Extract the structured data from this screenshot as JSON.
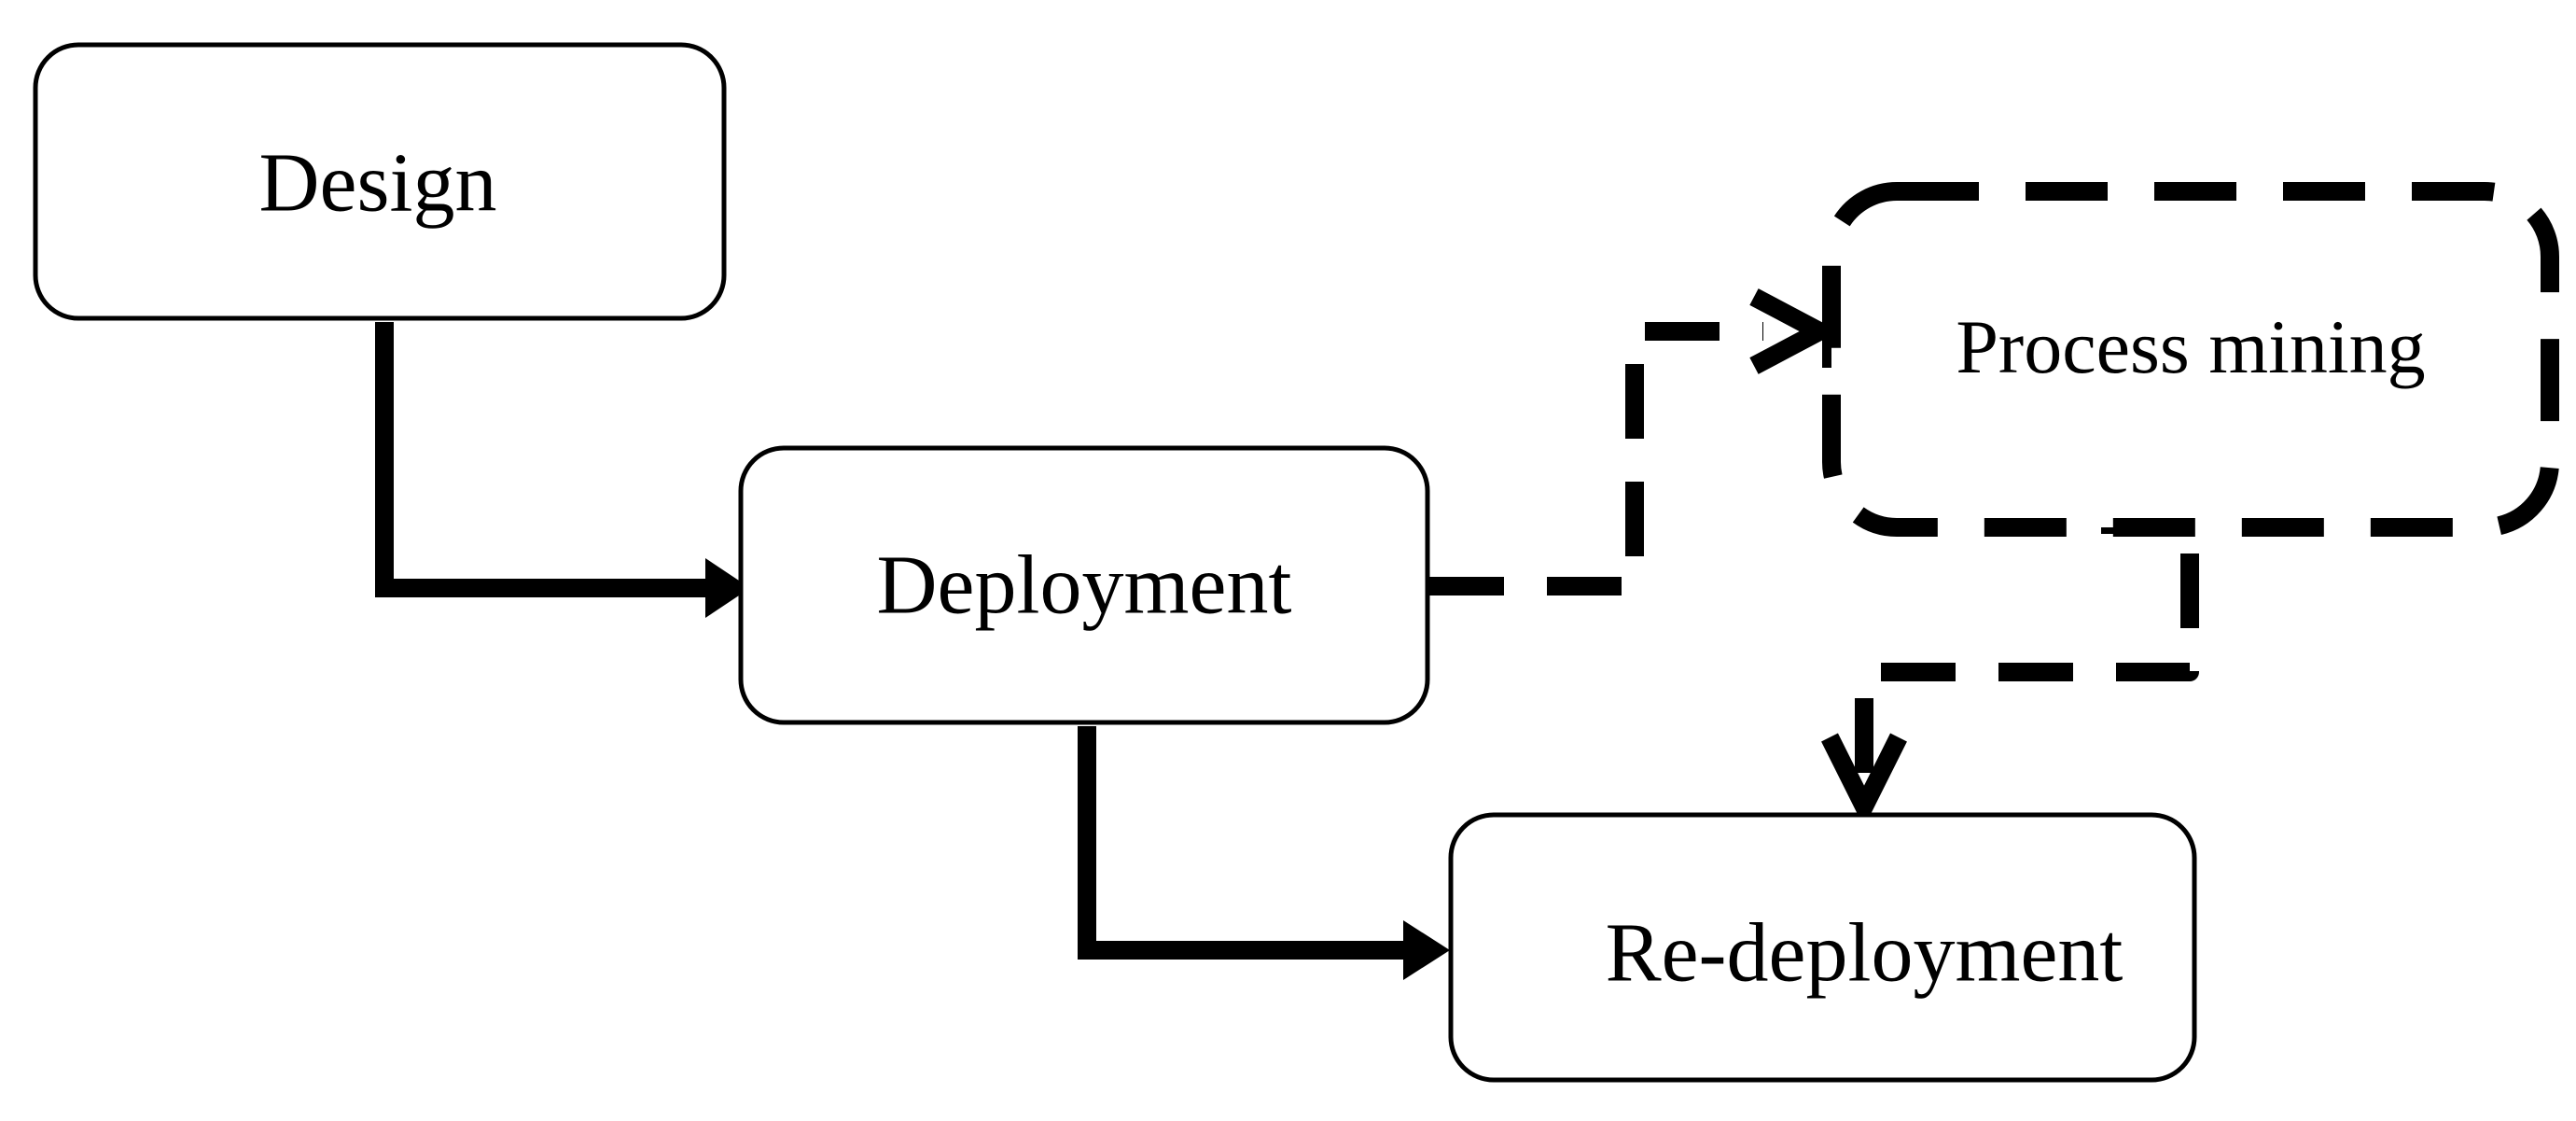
{
  "diagram": {
    "nodes": {
      "design": {
        "label": "Design"
      },
      "deployment": {
        "label": "Deployment"
      },
      "process_mining": {
        "label": "Process mining"
      },
      "redeployment": {
        "label": "Re-deployment"
      }
    },
    "edges": [
      {
        "from": "design",
        "to": "deployment",
        "style": "solid"
      },
      {
        "from": "deployment",
        "to": "redeployment",
        "style": "solid"
      },
      {
        "from": "deployment",
        "to": "process_mining",
        "style": "dashed"
      },
      {
        "from": "process_mining",
        "to": "redeployment",
        "style": "dashed"
      }
    ],
    "colors": {
      "stroke": "#000000",
      "background": "#ffffff"
    }
  }
}
